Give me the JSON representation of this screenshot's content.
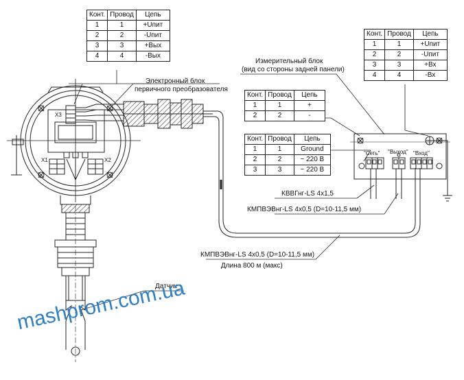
{
  "table_x": {
    "header": [
      "Конт.",
      "Провод",
      "Цепь"
    ],
    "rows": [
      [
        "1",
        "1",
        "+Uпит"
      ],
      [
        "2",
        "2",
        "-Uпит"
      ],
      [
        "3",
        "3",
        "+Вых"
      ],
      [
        "4",
        "4",
        "-Вых"
      ]
    ]
  },
  "table_input": {
    "header": [
      "Конт.",
      "Провод",
      "Цепь"
    ],
    "rows": [
      [
        "1",
        "1",
        "+Uпит"
      ],
      [
        "2",
        "2",
        "-Uпит"
      ],
      [
        "3",
        "3",
        "+Вх"
      ],
      [
        "4",
        "4",
        "-Вх"
      ]
    ]
  },
  "table_output": {
    "header": [
      "Конт.",
      "Провод",
      "Цепь"
    ],
    "rows": [
      [
        "1",
        "1",
        "+"
      ],
      [
        "2",
        "2",
        "-"
      ]
    ]
  },
  "table_power": {
    "header": [
      "Конт.",
      "Провод",
      "Цепь"
    ],
    "rows": [
      [
        "1",
        "1",
        "Ground"
      ],
      [
        "2",
        "2",
        "~ 220 В"
      ],
      [
        "3",
        "3",
        "~ 220 В"
      ]
    ]
  },
  "labels": {
    "measuring_block": "Измерительный блок",
    "measuring_block_sub": "(вид со стороны задней панели)",
    "electronic_block": "Электронный блок",
    "electronic_block_sub": "первичного преобразователя",
    "cable_power": "КВВГнг-LS 4х1,5",
    "cable_output": "КМПВЭВнг-LS 4х0,5 (D=10-11,5 мм)",
    "cable_sensor": "КМПВЭВнг-LS 4х0,5 (D=10-11,5 мм)",
    "length": "Длина 800 м (макс)",
    "sensor": "Датчик",
    "x3": "X3",
    "x1": "X1",
    "x2": "X2",
    "term_power": "\"Сеть\"",
    "term_output": "\"Выход\"",
    "term_input": "\"Вход\""
  },
  "watermark": "mashprom.com.ua",
  "colors": {
    "line": "#222222",
    "watermark": "#2f7fc1"
  }
}
